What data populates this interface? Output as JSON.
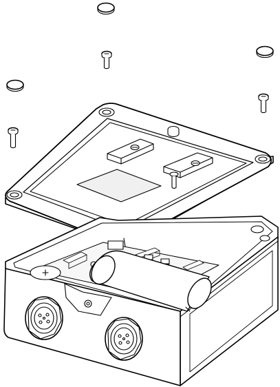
{
  "figure": {
    "kind": "exploded-line-drawing",
    "line_color": "#000000",
    "fill_color": "#ffffff",
    "shade_color": "#e6e6e6"
  },
  "parts": {
    "washer_count": 3,
    "screw_count": 4,
    "cable_gland_count": 2,
    "icons": [
      "washer-icon",
      "screw-icon",
      "cable-gland-icon",
      "battery-icon",
      "circuit-board-icon"
    ]
  }
}
